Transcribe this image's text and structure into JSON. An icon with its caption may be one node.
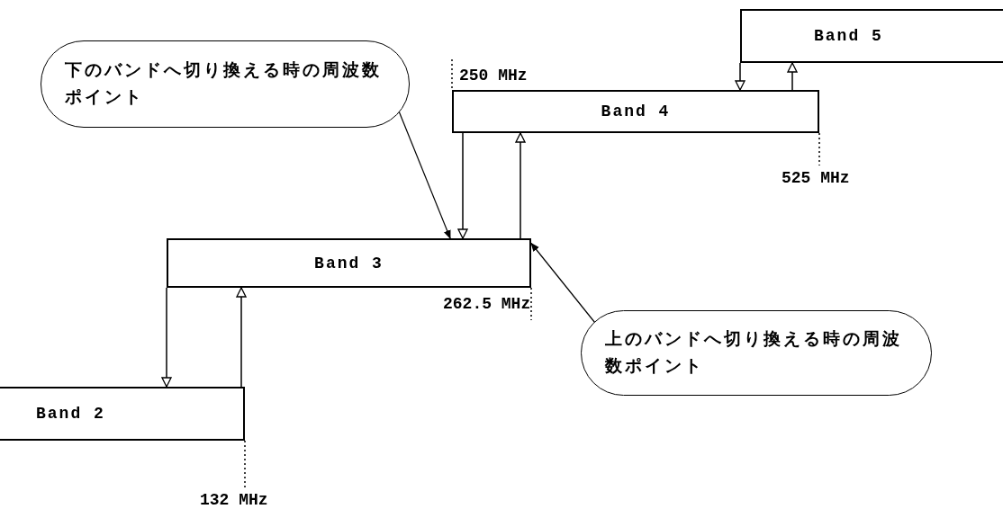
{
  "diagram": {
    "nodes": [
      {
        "text": [
          "下のバンドへ切り換える時の周波数ポイント"
        ]
      },
      {
        "text": [
          "Band 5"
        ]
      },
      {
        "text": [
          "Band 4"
        ],
        "beside": [
          "250 MHz",
          "525 MHz"
        ]
      },
      {
        "text": [
          "Band 3"
        ],
        "beside": [
          "262.5 MHz"
        ]
      },
      {
        "text": [
          "上のバンドへ切り換える時の周波数ポイント"
        ]
      },
      {
        "text": [
          "Band 2"
        ],
        "beside": [
          "132 MHz"
        ]
      }
    ],
    "edges": [
      {
        "from": 1,
        "to": 2,
        "arrow": "to"
      },
      {
        "from": 2,
        "to": 1,
        "arrow": "to"
      },
      {
        "from": 2,
        "to": 3,
        "arrow": "to"
      },
      {
        "from": 3,
        "to": 2,
        "arrow": "to"
      },
      {
        "from": 3,
        "to": 5,
        "arrow": "to"
      },
      {
        "from": 5,
        "to": 3,
        "arrow": "to"
      },
      {
        "from": 0,
        "to": 3,
        "arrow": "to"
      },
      {
        "from": 4,
        "to": 3,
        "arrow": "to"
      }
    ]
  }
}
